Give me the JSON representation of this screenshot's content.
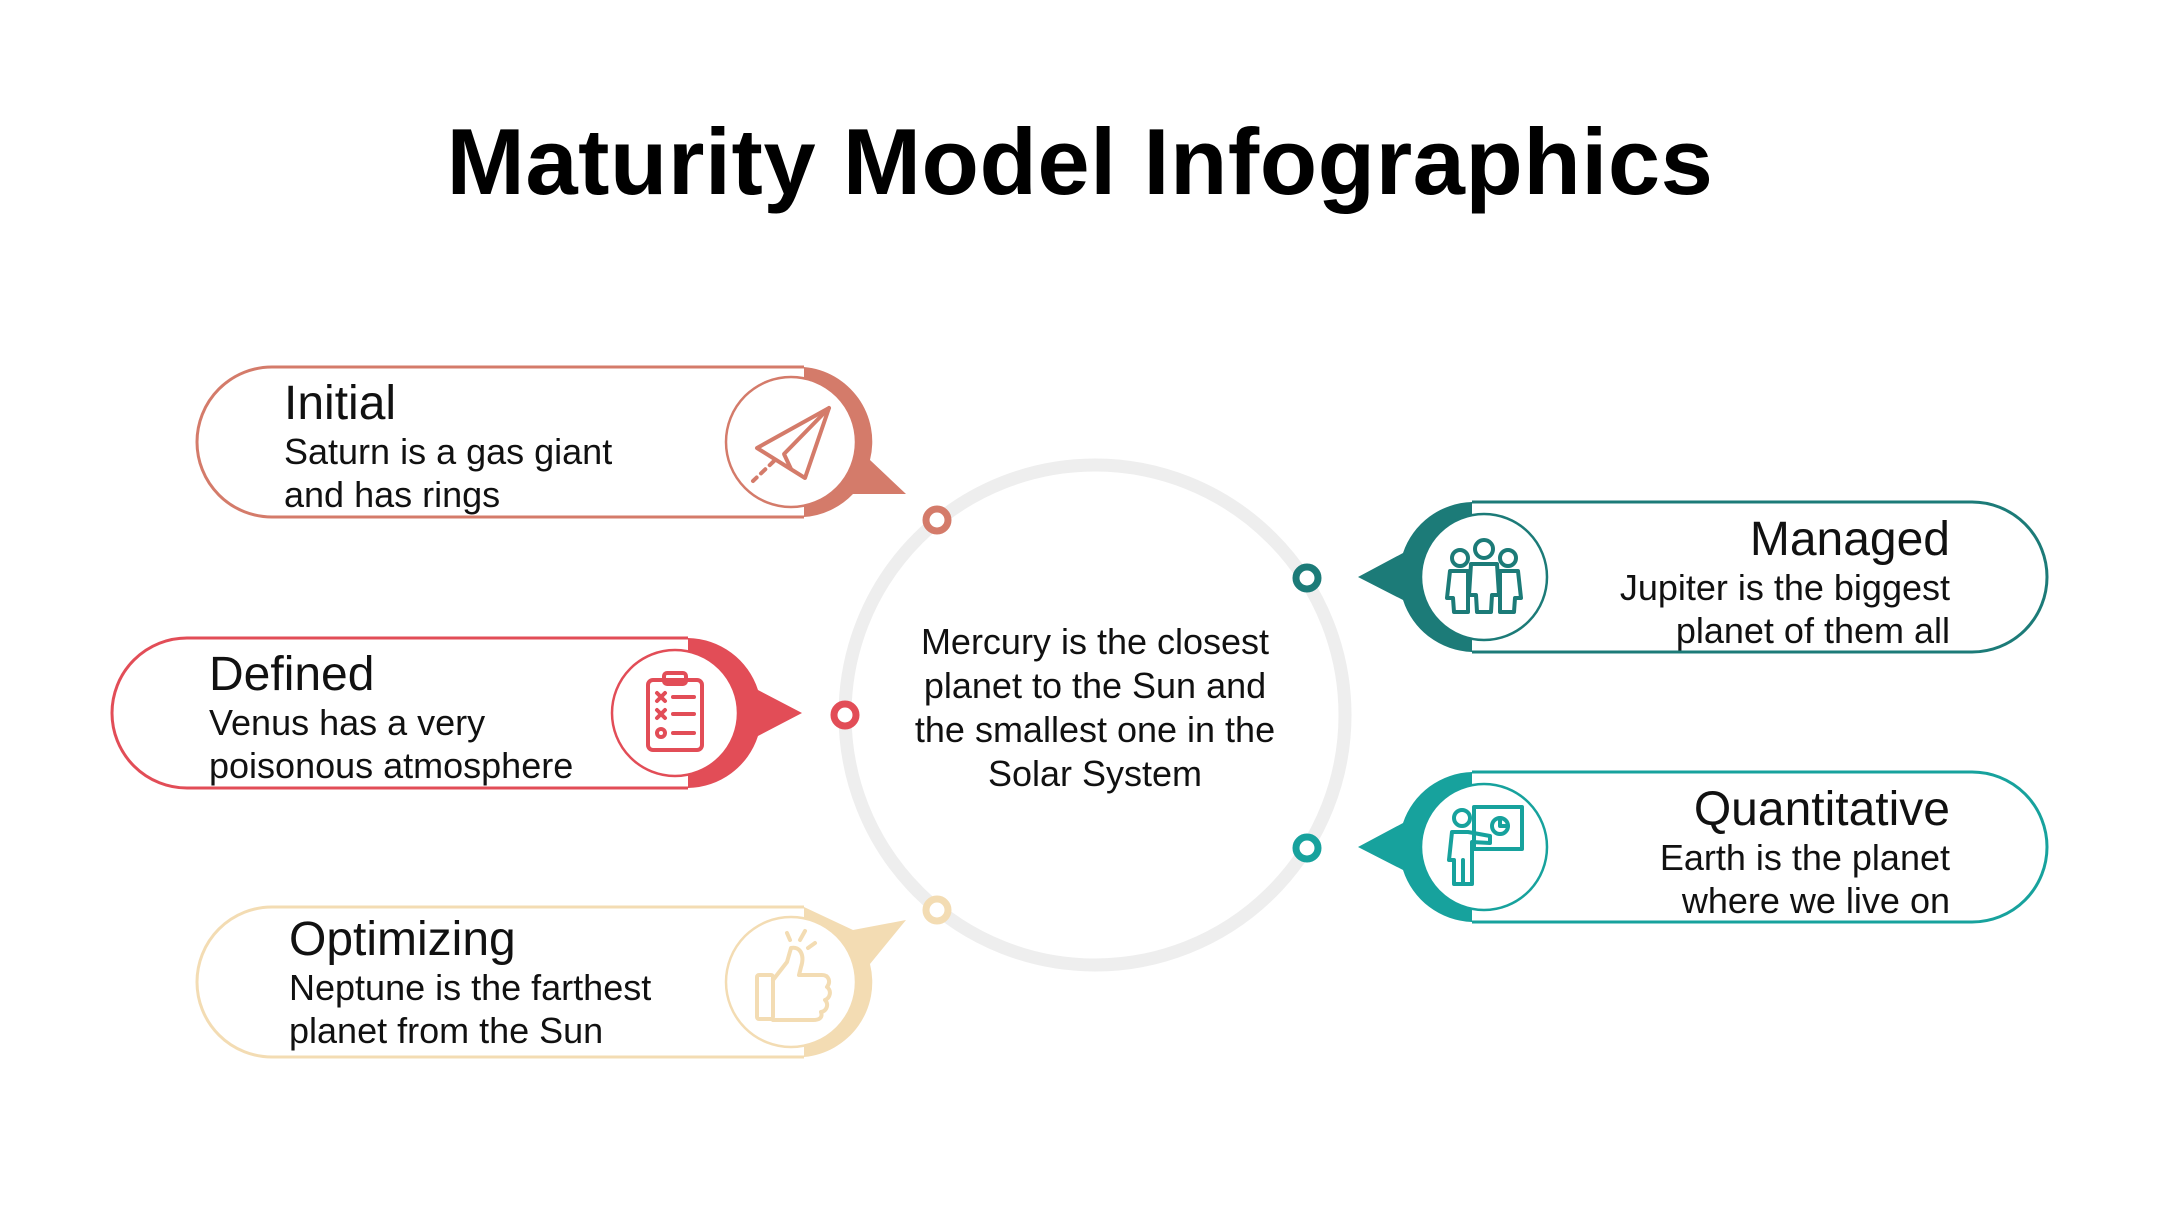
{
  "title": "Maturity Model Infographics",
  "center_text": "Mercury is the closest planet to the Sun and the smallest one in the Solar System",
  "colors": {
    "ring": "#eeeeee",
    "initial": "#d47b6a",
    "defined": "#e24d57",
    "optimizing": "#f3dcb3",
    "managed": "#1c7b78",
    "quantitative": "#17a29d"
  },
  "stages": [
    {
      "id": "initial",
      "title": "Initial",
      "description": "Saturn is a gas giant\nand has rings",
      "icon": "paper-plane-icon"
    },
    {
      "id": "defined",
      "title": "Defined",
      "description": "Venus has a very\npoisonous atmosphere",
      "icon": "checklist-clipboard-icon"
    },
    {
      "id": "optimizing",
      "title": "Optimizing",
      "description": "Neptune is the farthest\nplanet from the Sun",
      "icon": "thumbs-up-icon"
    },
    {
      "id": "managed",
      "title": "Managed",
      "description": "Jupiter is the biggest\nplanet of them all",
      "icon": "team-group-icon"
    },
    {
      "id": "quantitative",
      "title": "Quantitative",
      "description": "Earth is the planet\nwhere we live on",
      "icon": "presentation-chart-icon"
    }
  ]
}
